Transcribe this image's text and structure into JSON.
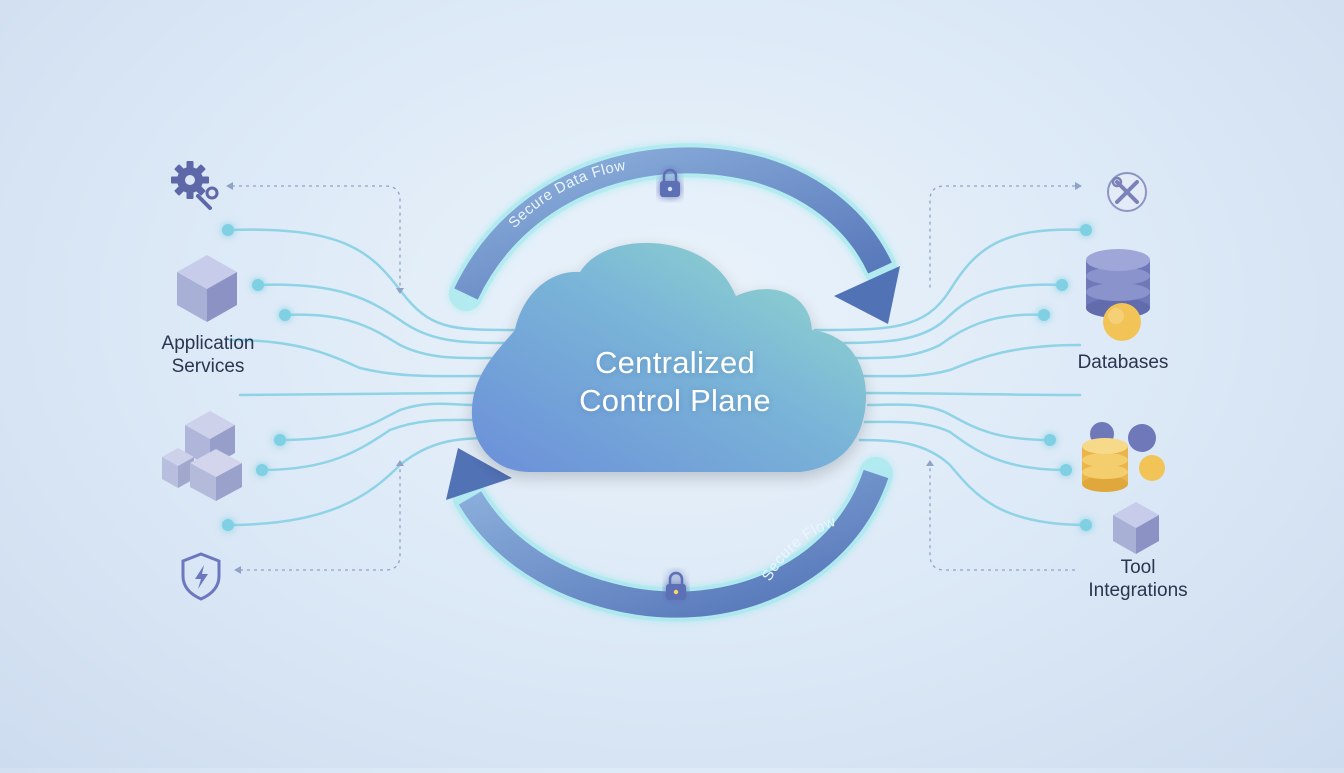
{
  "center": {
    "title": "Centralized\nControl Plane"
  },
  "flows": {
    "top_label": "Secure Data Flow",
    "bottom_label": "Secure Flow"
  },
  "left": {
    "app_label": "Application\nServices"
  },
  "right": {
    "db_label": "Databases",
    "tool_label": "Tool\nIntegrations"
  },
  "colors": {
    "line": "#8fd3e6",
    "node": "#7fd0e2",
    "arrow": "#5c7fbf",
    "arrow_glow": "#8be8ea",
    "cloud_start": "#6a93d8",
    "cloud_end": "#8fd9cf",
    "icon": "#6d77b3",
    "gold": "#f2c458"
  },
  "icons": [
    "gear-wrench-icon",
    "cube-icon",
    "stacked-cubes-icon",
    "shield-bolt-icon",
    "tools-icon",
    "database-icon",
    "database-cluster-icon",
    "lock-icon"
  ]
}
